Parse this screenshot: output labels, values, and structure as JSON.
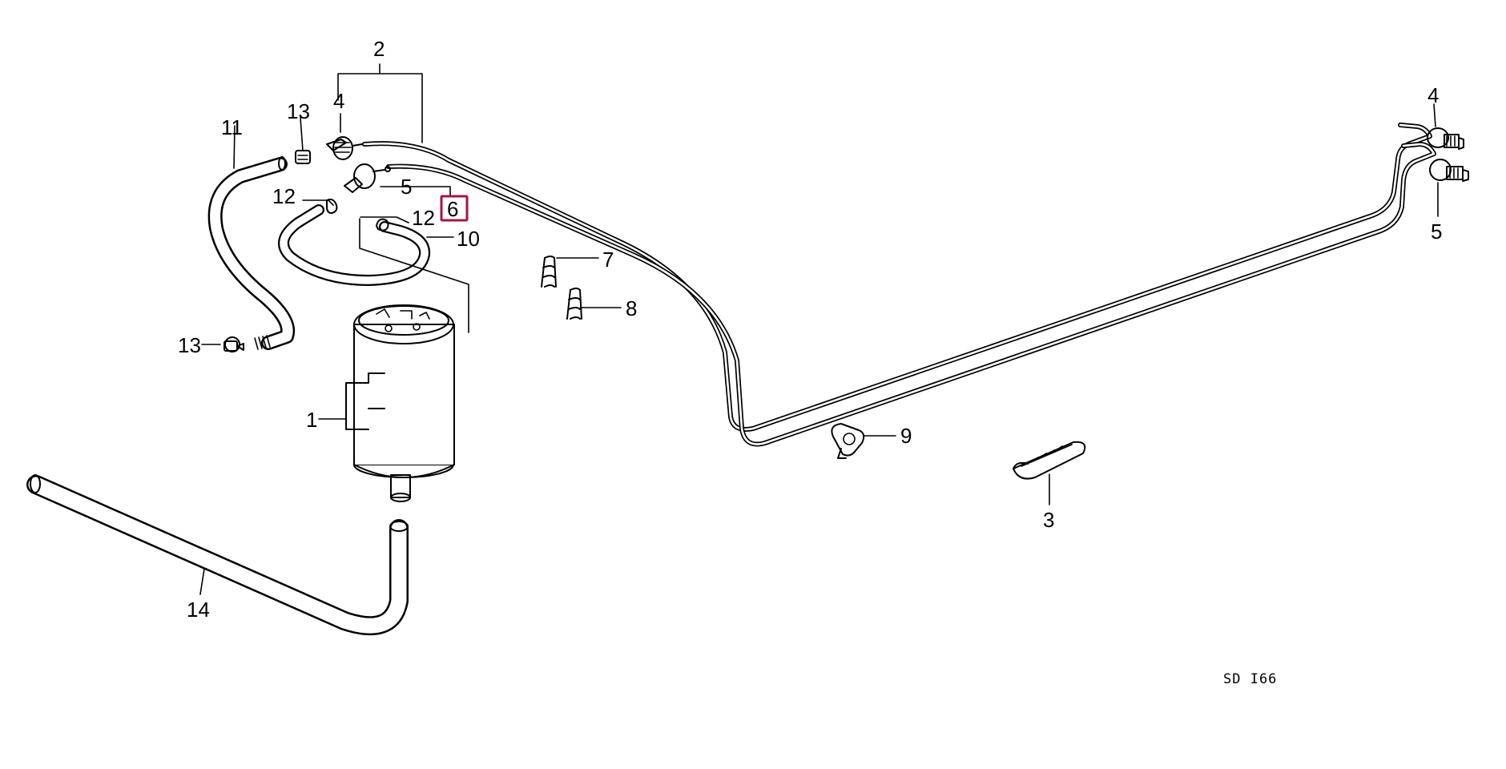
{
  "callouts": {
    "c1": "1",
    "c2": "2",
    "c3": "3",
    "c4a": "4",
    "c4b": "4",
    "c5a": "5",
    "c5b": "5",
    "c6": "6",
    "c7": "7",
    "c8": "8",
    "c9": "9",
    "c10": "10",
    "c11": "11",
    "c12a": "12",
    "c12b": "12",
    "c13a": "13",
    "c13b": "13",
    "c14": "14"
  },
  "diagram_code": "SD  I66",
  "highlight": {
    "part": "6",
    "color": "#a0174a"
  }
}
